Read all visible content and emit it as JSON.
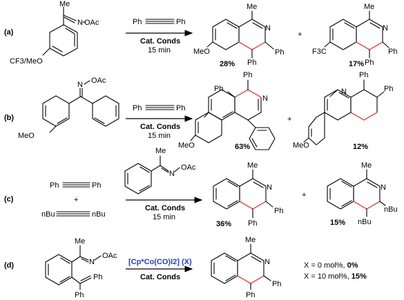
{
  "rows": [
    {
      "label": "(a)",
      "reactant": {
        "substituent": "CF3/MeO",
        "oxime": "OAc",
        "methyl": "Me"
      },
      "reagent": {
        "left": "Ph",
        "right": "Ph"
      },
      "conditions": [
        "Cat. Conds",
        "15 min"
      ],
      "products": [
        {
          "subst": "MeO",
          "yield": "28%",
          "top": "Me",
          "n": "N",
          "r1": "Ph",
          "r2": "Ph"
        },
        {
          "subst": "F3C",
          "yield": "17%",
          "top": "Me",
          "n": "N",
          "r1": "Ph",
          "r2": "Ph"
        }
      ],
      "plus": "+"
    },
    {
      "label": "(b)",
      "reactant": {
        "substituent": "MeO",
        "oxime": "OAc"
      },
      "reagent": {
        "left": "Ph",
        "right": "Ph"
      },
      "conditions": [
        "Cat. Conds",
        "15 min"
      ],
      "products": [
        {
          "subst": "MeO",
          "yield": "63%",
          "top": "Ph",
          "n": "N",
          "r1": "Ph"
        },
        {
          "subst": "MeO",
          "yield": "12%",
          "top": "Ph",
          "n": "N",
          "r1": "Ph"
        }
      ],
      "plus": "+"
    },
    {
      "label": "(c)",
      "reactant": {
        "alkyne1": {
          "left": "Ph",
          "right": "Ph"
        },
        "plus": "+",
        "alkyne2": {
          "left": "nBu",
          "right": "nBu"
        }
      },
      "reagent": {
        "oxime": "OAc",
        "methyl": "Me"
      },
      "conditions": [
        "Cat. Conds",
        "15 min"
      ],
      "products": [
        {
          "yield": "36%",
          "top": "Me",
          "n": "N",
          "r1": "Ph",
          "r2": "Ph"
        },
        {
          "yield": "15%",
          "top": "Me",
          "n": "N",
          "r1": "nBu",
          "r2": "nBu"
        }
      ],
      "plus": "+"
    },
    {
      "label": "(d)",
      "reactant": {
        "oxime": "OAc",
        "methyl": "Me",
        "ph1": "Ph",
        "ph2": "Ph"
      },
      "catalyst": "[Cp*Co(CO)I2] (X)",
      "conditions": [
        "Cat. Conds"
      ],
      "products": [
        {
          "top": "Me",
          "n": "N",
          "r1": "Ph",
          "r2": "Ph"
        }
      ],
      "results": [
        {
          "text": "X = 0 mol%, ",
          "value": "0%"
        },
        {
          "text": "X = 10 mol%, ",
          "value": "15%"
        }
      ]
    }
  ]
}
